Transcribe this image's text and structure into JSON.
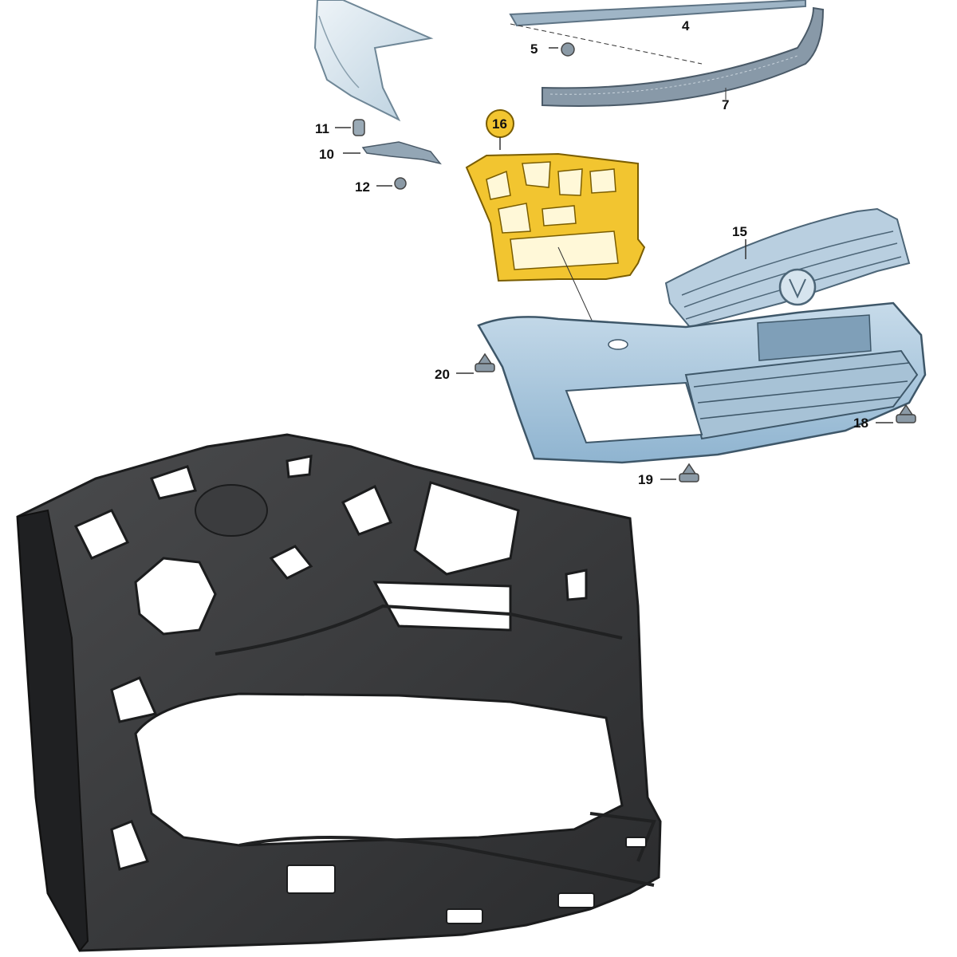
{
  "diagram": {
    "highlighted_part": "16",
    "callouts": {
      "c4": "4",
      "c5": "5",
      "c7": "7",
      "c10": "10",
      "c11": "11",
      "c12": "12",
      "c15": "15",
      "c16": "16",
      "c18": "18",
      "c19": "19",
      "c20": "20"
    },
    "colors": {
      "highlight": "#f2c530",
      "bumper": "#9fc3dd",
      "part_photo": "#2e2f31",
      "fender": "#d6e4ee"
    }
  }
}
